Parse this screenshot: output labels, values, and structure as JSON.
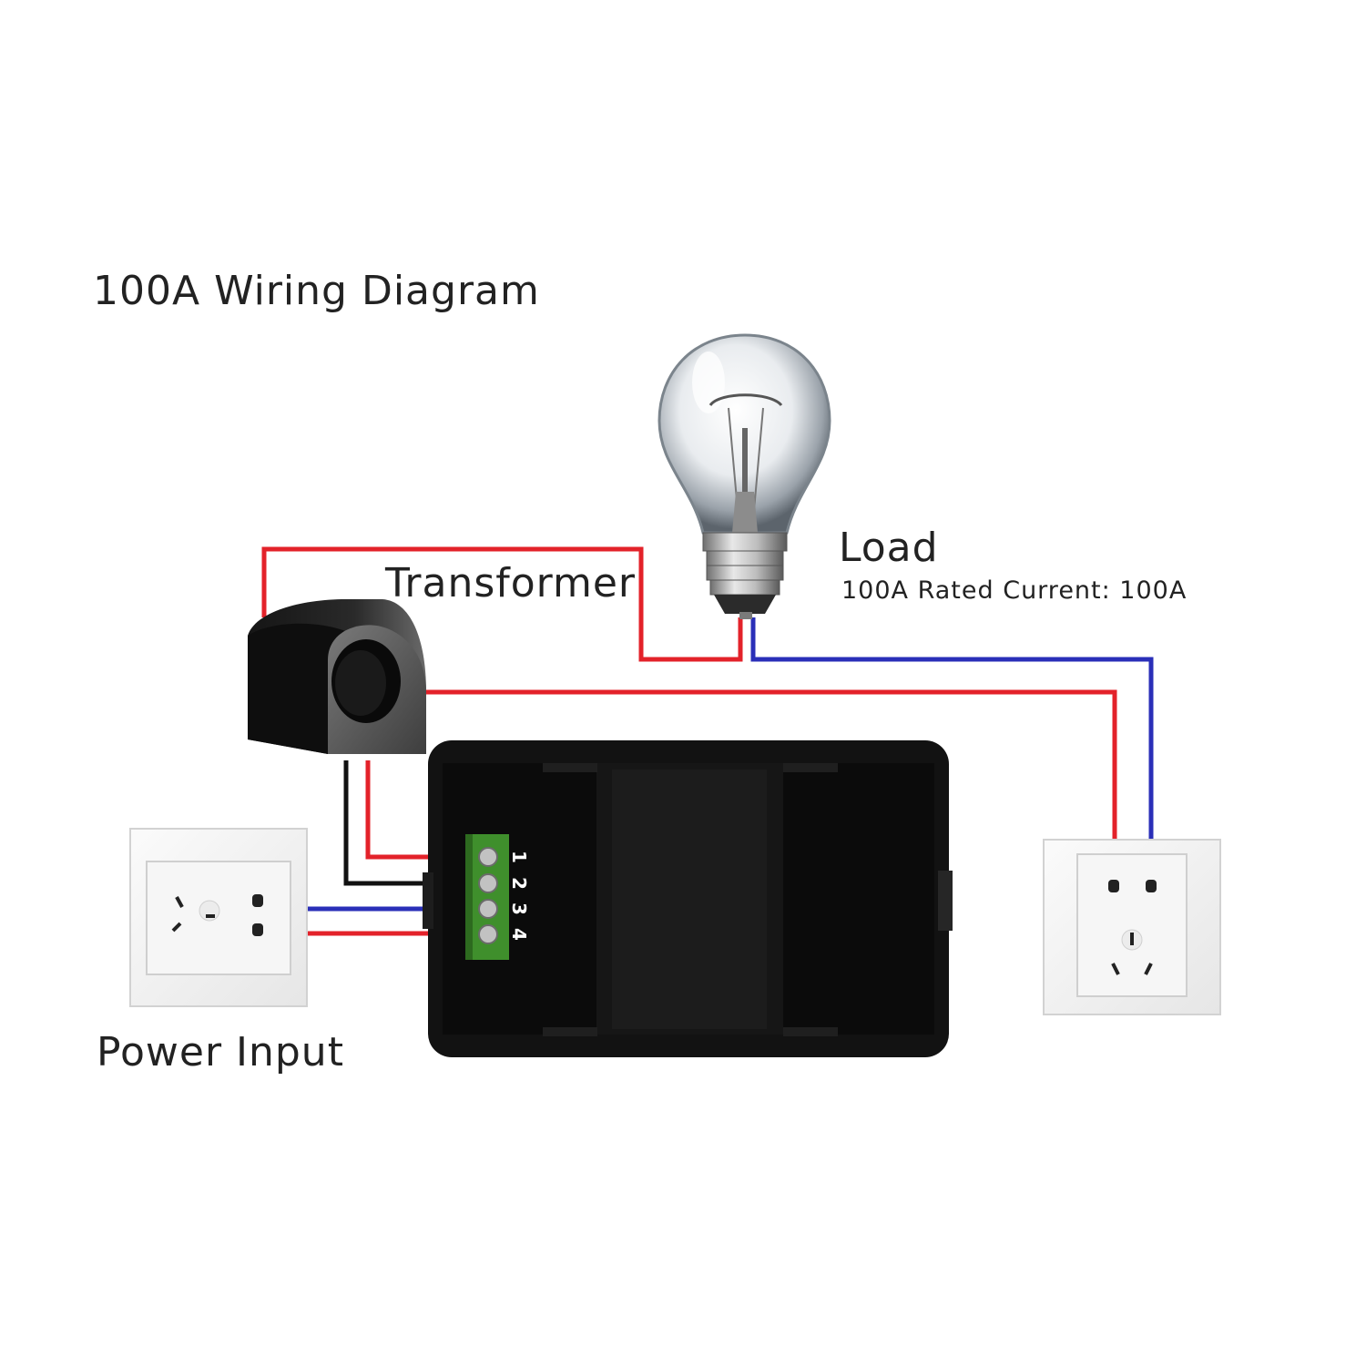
{
  "diagram": {
    "title": "100A Wiring Diagram",
    "transformer_label": "Transformer",
    "load_label": "Load",
    "rated_label": "100A Rated Current: 100A",
    "power_input_label": "Power Input",
    "terminals": [
      "1",
      "2",
      "3",
      "4"
    ],
    "wire_colors": {
      "red": "#e3222a",
      "blue": "#2a2fb8",
      "black": "#111111"
    },
    "terminal_block_color": "#3f8f2c",
    "meter_body_color": "#121212",
    "icons": [
      "light-bulb-icon",
      "current-transformer-icon",
      "power-meter-icon",
      "terminal-block-icon",
      "wall-socket-icon"
    ]
  }
}
